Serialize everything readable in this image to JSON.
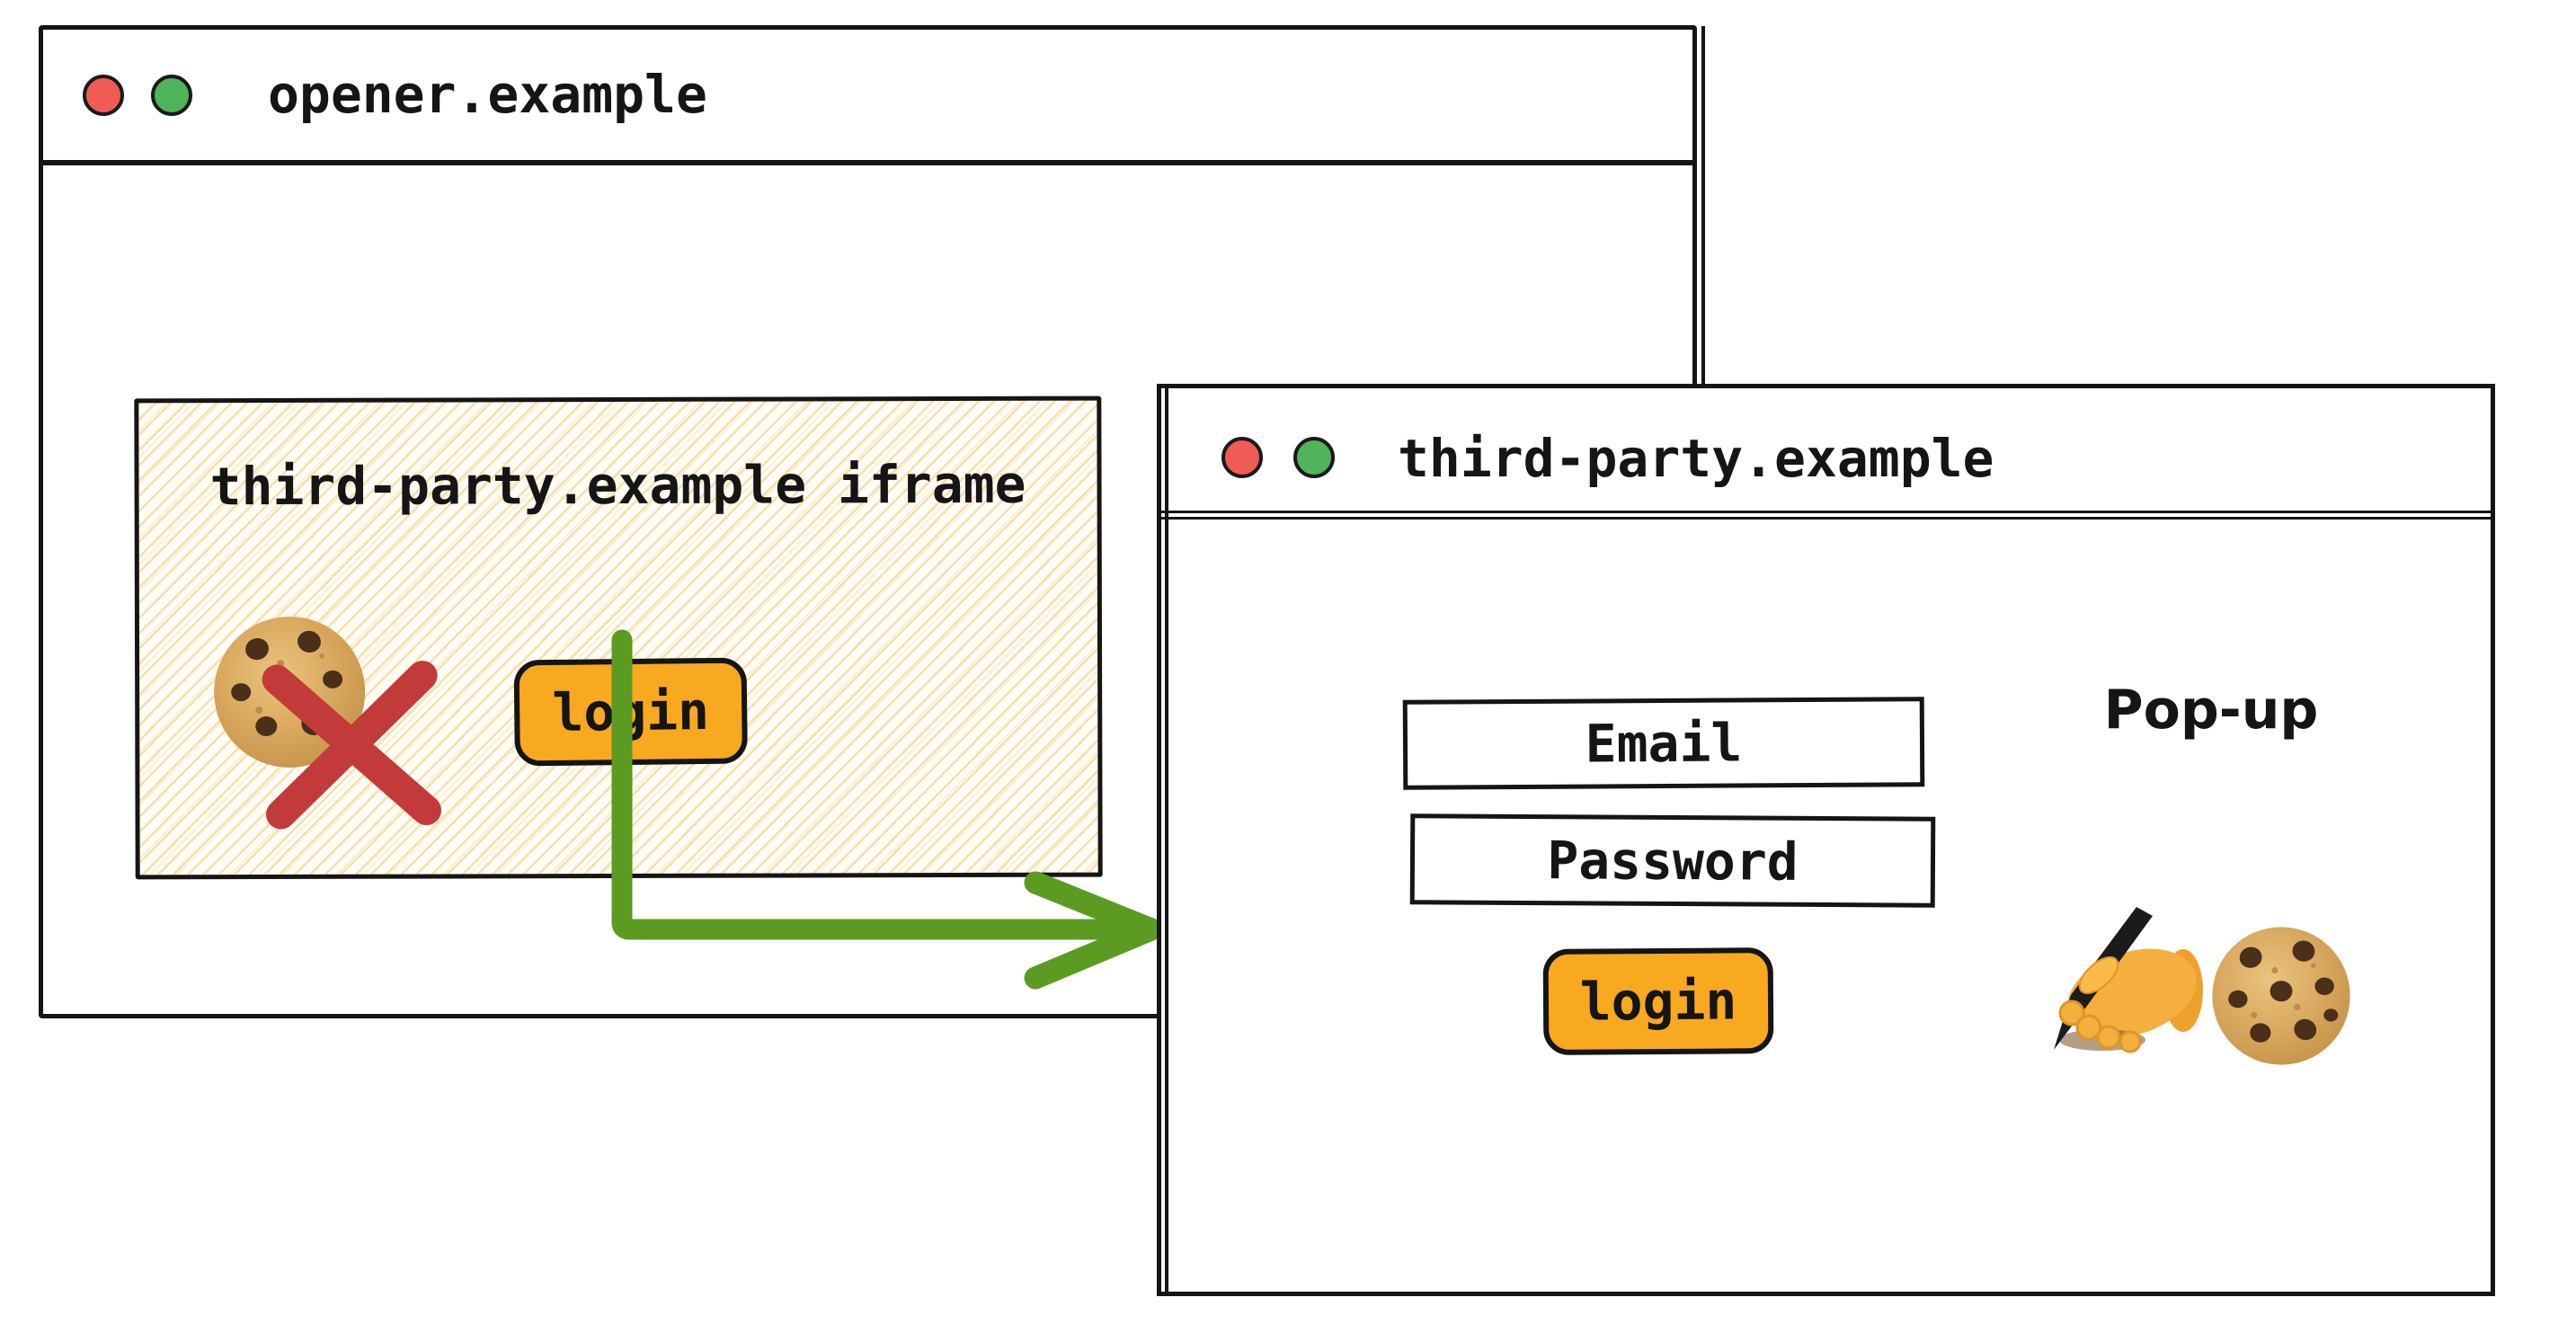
{
  "colors": {
    "ink": "#151515",
    "accent_orange": "#F8A91F",
    "arrow_green": "#5C9B21",
    "blocked_red": "#C23A3A",
    "traffic_red": "#F15B55",
    "traffic_green": "#50B45A",
    "hatch_line": "#F6DFA8",
    "cookie_base": "#D7A65C",
    "cookie_chip": "#4A2F1B",
    "hand_skin": "#F5AF3E"
  },
  "opener_window": {
    "title": "opener.example",
    "traffic_lights": [
      "close-light",
      "zoom-light"
    ],
    "iframe": {
      "label": "third-party.example iframe",
      "login_button_label": "login",
      "icons": [
        "cookie-icon",
        "blocked-cross-icon"
      ]
    }
  },
  "arrow": {
    "meaning": "login click opens pop-up",
    "shape": "elbow-arrow-right"
  },
  "popup_window": {
    "title": "third-party.example",
    "window_label": "Pop-up",
    "email_field_label": "Email",
    "password_field_label": "Password",
    "login_button_label": "login",
    "traffic_lights": [
      "close-light",
      "zoom-light"
    ],
    "icons": [
      "writing-hand-icon",
      "cookie-icon"
    ]
  }
}
